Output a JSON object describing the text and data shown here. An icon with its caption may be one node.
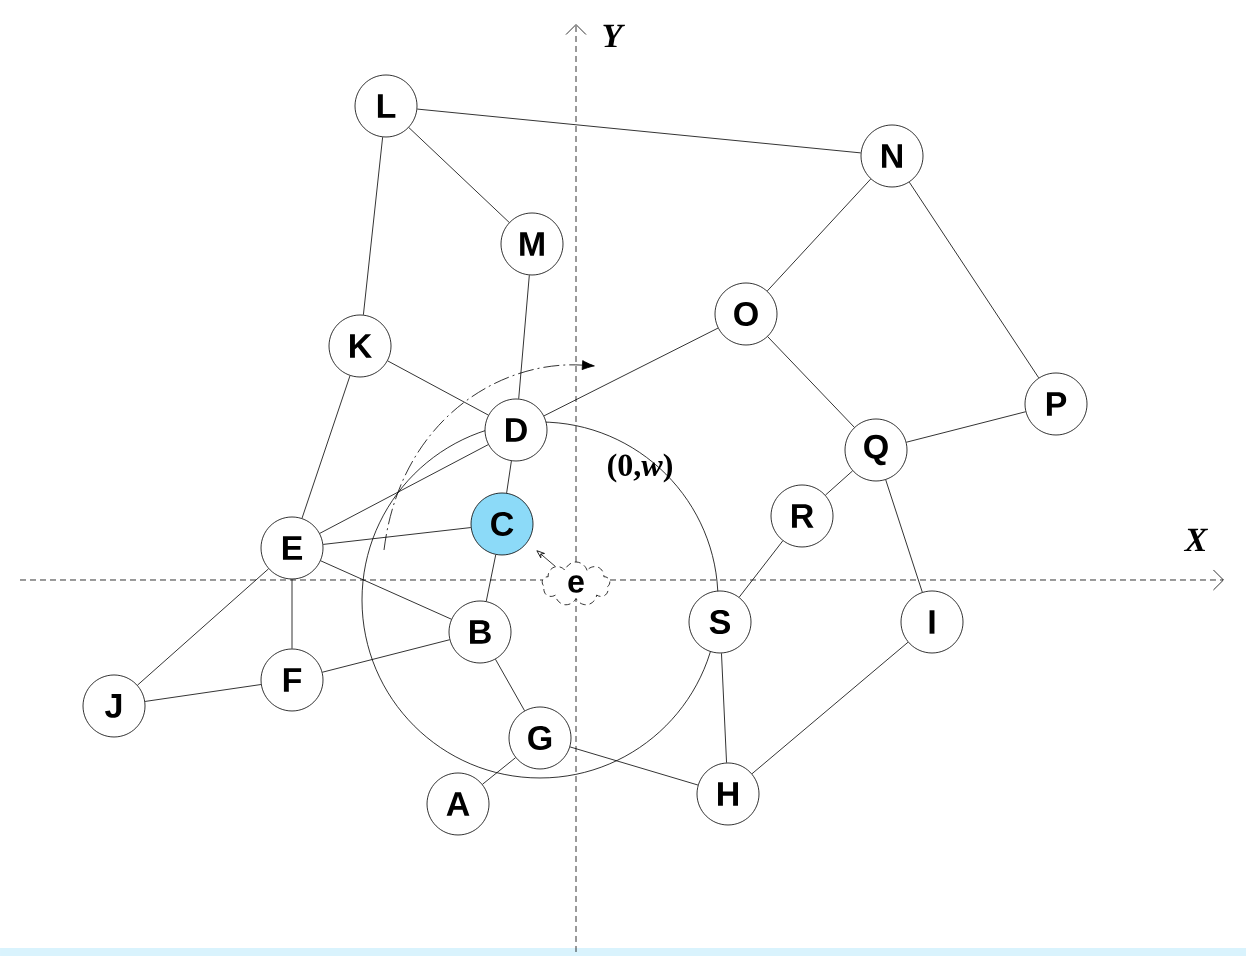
{
  "diagram": {
    "nodes": [
      {
        "text": [
          "L"
        ]
      },
      {
        "text": [
          "N"
        ]
      },
      {
        "text": [
          "M"
        ]
      },
      {
        "text": [
          "O"
        ]
      },
      {
        "text": [
          "K"
        ]
      },
      {
        "text": [
          "P"
        ]
      },
      {
        "text": [
          "D"
        ]
      },
      {
        "text": [
          "Q"
        ]
      },
      {
        "text": [
          "R"
        ]
      },
      {
        "text": [
          "C"
        ]
      },
      {
        "text": [
          "E"
        ]
      },
      {
        "text": [
          "e"
        ]
      },
      {
        "text": [
          "S"
        ]
      },
      {
        "text": [
          "I"
        ]
      },
      {
        "text": [
          "B"
        ]
      },
      {
        "text": [
          "F"
        ]
      },
      {
        "text": [
          "J"
        ]
      },
      {
        "text": [
          "G"
        ]
      },
      {
        "text": [
          "H"
        ]
      },
      {
        "text": [
          "A"
        ]
      }
    ],
    "edges": [
      {
        "from": 0,
        "to": 1,
        "arrow": "none"
      },
      {
        "from": 0,
        "to": 2,
        "arrow": "none"
      },
      {
        "from": 0,
        "to": 4,
        "arrow": "none"
      },
      {
        "from": 2,
        "to": 6,
        "arrow": "none"
      },
      {
        "from": 4,
        "to": 6,
        "arrow": "none"
      },
      {
        "from": 4,
        "to": 10,
        "arrow": "none"
      },
      {
        "from": 6,
        "to": 9,
        "arrow": "none"
      },
      {
        "from": 6,
        "to": 3,
        "arrow": "none"
      },
      {
        "from": 6,
        "to": 10,
        "arrow": "none"
      },
      {
        "from": 3,
        "to": 1,
        "arrow": "none"
      },
      {
        "from": 1,
        "to": 5,
        "arrow": "none"
      },
      {
        "from": 3,
        "to": 7,
        "arrow": "none"
      },
      {
        "from": 7,
        "to": 5,
        "arrow": "none"
      },
      {
        "from": 7,
        "to": 8,
        "arrow": "none"
      },
      {
        "from": 7,
        "to": 13,
        "arrow": "none"
      },
      {
        "from": 8,
        "to": 12,
        "arrow": "none"
      },
      {
        "from": 12,
        "to": 18,
        "arrow": "none"
      },
      {
        "from": 13,
        "to": 18,
        "arrow": "none"
      },
      {
        "from": 10,
        "to": 9,
        "arrow": "none"
      },
      {
        "from": 10,
        "to": 14,
        "arrow": "none"
      },
      {
        "from": 10,
        "to": 15,
        "arrow": "none"
      },
      {
        "from": 10,
        "to": 16,
        "arrow": "none"
      },
      {
        "from": 16,
        "to": 15,
        "arrow": "none"
      },
      {
        "from": 15,
        "to": 14,
        "arrow": "none"
      },
      {
        "from": 14,
        "to": 9,
        "arrow": "none"
      },
      {
        "from": 14,
        "to": 17,
        "arrow": "none"
      },
      {
        "from": 17,
        "to": 19,
        "arrow": "none"
      },
      {
        "from": 17,
        "to": 18,
        "arrow": "none"
      },
      {
        "from": 11,
        "to": null,
        "arrow": "to"
      }
    ],
    "labels": [
      "Y",
      "X",
      "(0,*w*)"
    ]
  }
}
